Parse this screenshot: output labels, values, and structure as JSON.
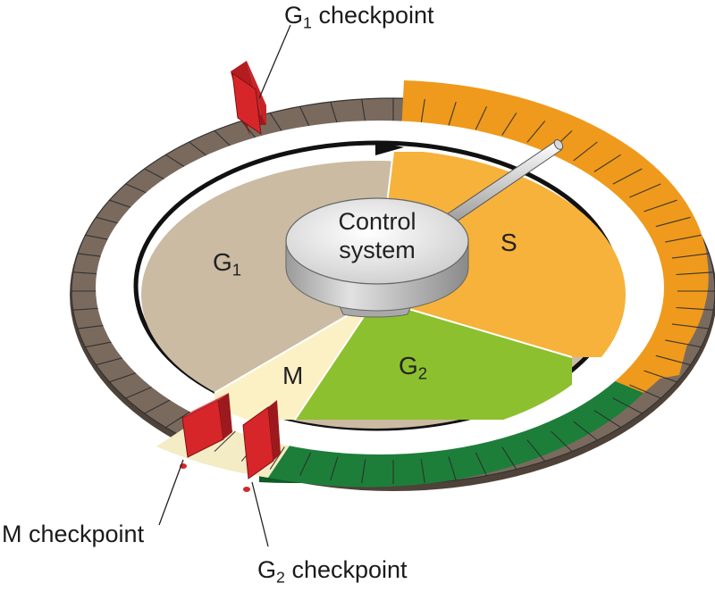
{
  "labels": {
    "g1_checkpoint": {
      "name": "G",
      "sub": "1",
      "suffix": " checkpoint"
    },
    "m_checkpoint": "M checkpoint",
    "g2_checkpoint": {
      "name": "G",
      "sub": "2",
      "suffix": " checkpoint"
    },
    "control_system": [
      "Control",
      "system"
    ],
    "phases": {
      "g1": {
        "name": "G",
        "sub": "1"
      },
      "s": "S",
      "g2": {
        "name": "G",
        "sub": "2"
      },
      "m": "M"
    }
  },
  "colors": {
    "ring_g1": "#7a6a5e",
    "ring_s": "#ef9a1c",
    "ring_g2": "#1d7e3a",
    "ring_m": "#f3ecc4",
    "phase_g1": "#cbbba3",
    "phase_s": "#f6b23b",
    "phase_g2": "#8cc02f",
    "phase_m": "#fbf1c5",
    "checkpoint": "#d6262a",
    "arrow": "#111111"
  },
  "icons": [
    "checkpoint-flag-icon",
    "control-knob-icon",
    "cycle-arrow-icon"
  ]
}
